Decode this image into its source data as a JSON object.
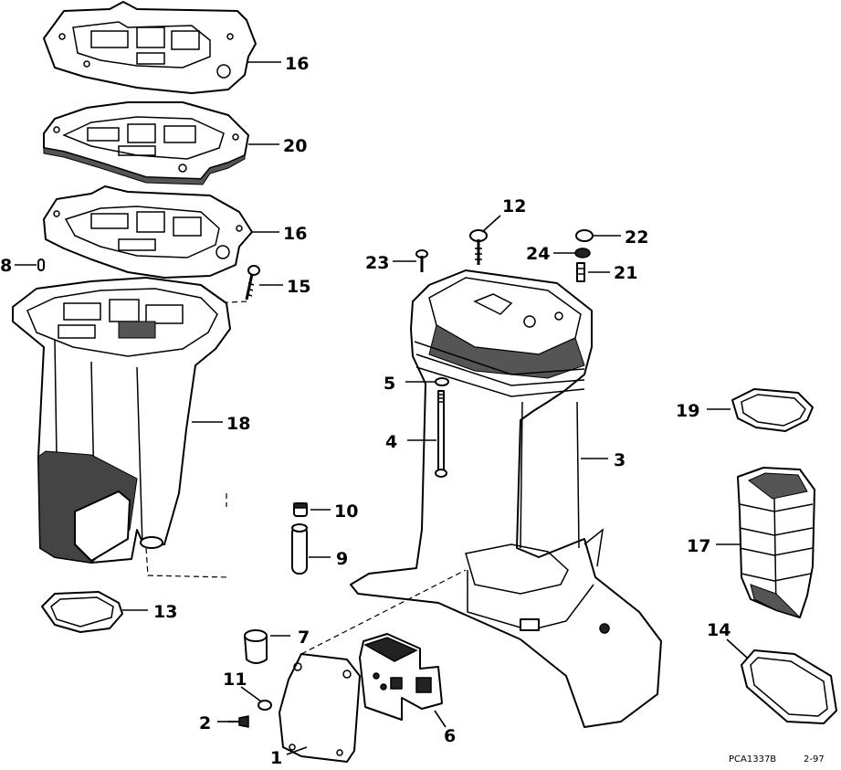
{
  "callouts": [
    {
      "id": "c16a",
      "text": "16"
    },
    {
      "id": "c20",
      "text": "20"
    },
    {
      "id": "c16b",
      "text": "16"
    },
    {
      "id": "c8",
      "text": "8"
    },
    {
      "id": "c15",
      "text": "15"
    },
    {
      "id": "c18",
      "text": "18"
    },
    {
      "id": "c12",
      "text": "12"
    },
    {
      "id": "c22",
      "text": "22"
    },
    {
      "id": "c24",
      "text": "24"
    },
    {
      "id": "c23",
      "text": "23"
    },
    {
      "id": "c21",
      "text": "21"
    },
    {
      "id": "c5",
      "text": "5"
    },
    {
      "id": "c4",
      "text": "4"
    },
    {
      "id": "c3",
      "text": "3"
    },
    {
      "id": "c19",
      "text": "19"
    },
    {
      "id": "c10",
      "text": "10"
    },
    {
      "id": "c9",
      "text": "9"
    },
    {
      "id": "c17",
      "text": "17"
    },
    {
      "id": "c13",
      "text": "13"
    },
    {
      "id": "c7",
      "text": "7"
    },
    {
      "id": "c14",
      "text": "14"
    },
    {
      "id": "c11",
      "text": "11"
    },
    {
      "id": "c2",
      "text": "2"
    },
    {
      "id": "c6",
      "text": "6"
    },
    {
      "id": "c1",
      "text": "1"
    }
  ],
  "footer": {
    "code": "PCA1337B",
    "date": "2-97"
  }
}
